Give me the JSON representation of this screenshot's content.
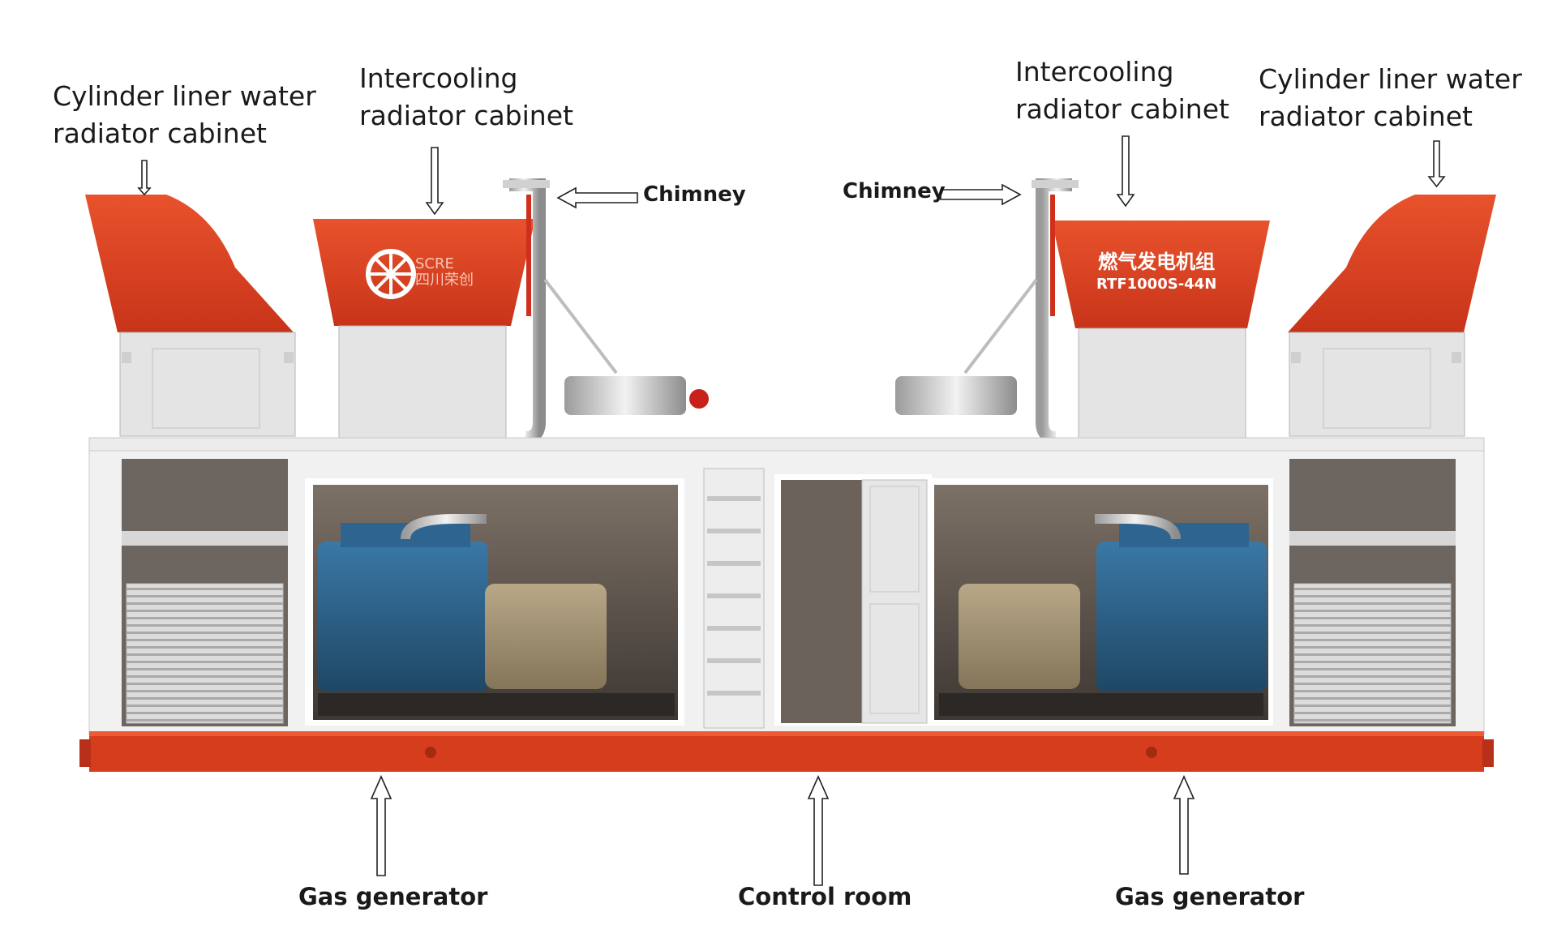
{
  "callouts": {
    "left_cylinder": [
      "Cylinder liner water",
      "radiator cabinet"
    ],
    "left_intercooling": [
      "Intercooling",
      "radiator cabinet"
    ],
    "right_intercooling": [
      "Intercooling",
      "radiator cabinet"
    ],
    "right_cylinder": [
      "Cylinder liner water",
      "radiator cabinet"
    ],
    "left_chimney": "Chimney",
    "right_chimney": "Chimney",
    "left_generator": "Gas generator",
    "control_room": "Control room",
    "right_generator": "Gas generator"
  },
  "brand": {
    "logo_text_1": "SCRE",
    "logo_text_2": "四川荣创",
    "unit_cn": "燃气发电机组",
    "model": "RTF1000S-44N"
  },
  "colors": {
    "container_red": "#d63d1c",
    "roof_red": "#e0401e",
    "panel_gray": "#e4e4e4",
    "engine_blue": "#2b5f86",
    "alternator_tan": "#a39277"
  }
}
